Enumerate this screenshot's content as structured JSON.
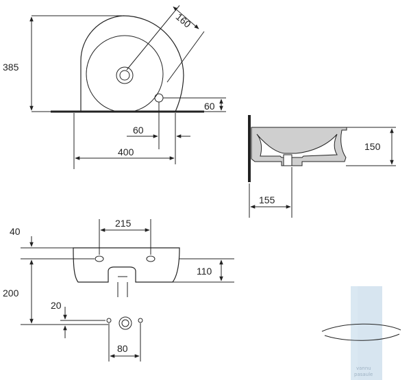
{
  "diagram": {
    "top_view": {
      "height_label": "385",
      "diameter_label": "160",
      "offset_vertical_label": "60",
      "offset_horizontal_label": "60",
      "width_label": "400"
    },
    "side_view": {
      "height_label": "150",
      "depth_label": "155"
    },
    "front_view": {
      "top_offset_label": "40",
      "hole_spacing_label": "215",
      "height_label": "110",
      "mount_height_label": "200",
      "small_offset_label": "20",
      "waste_spacing_label": "80"
    }
  },
  "watermark": {
    "line1": "vannu",
    "line2": "pasaule"
  },
  "colors": {
    "ink": "#222222",
    "section_fill": "#cfcfcf",
    "watermark": "#a9c3d8"
  }
}
